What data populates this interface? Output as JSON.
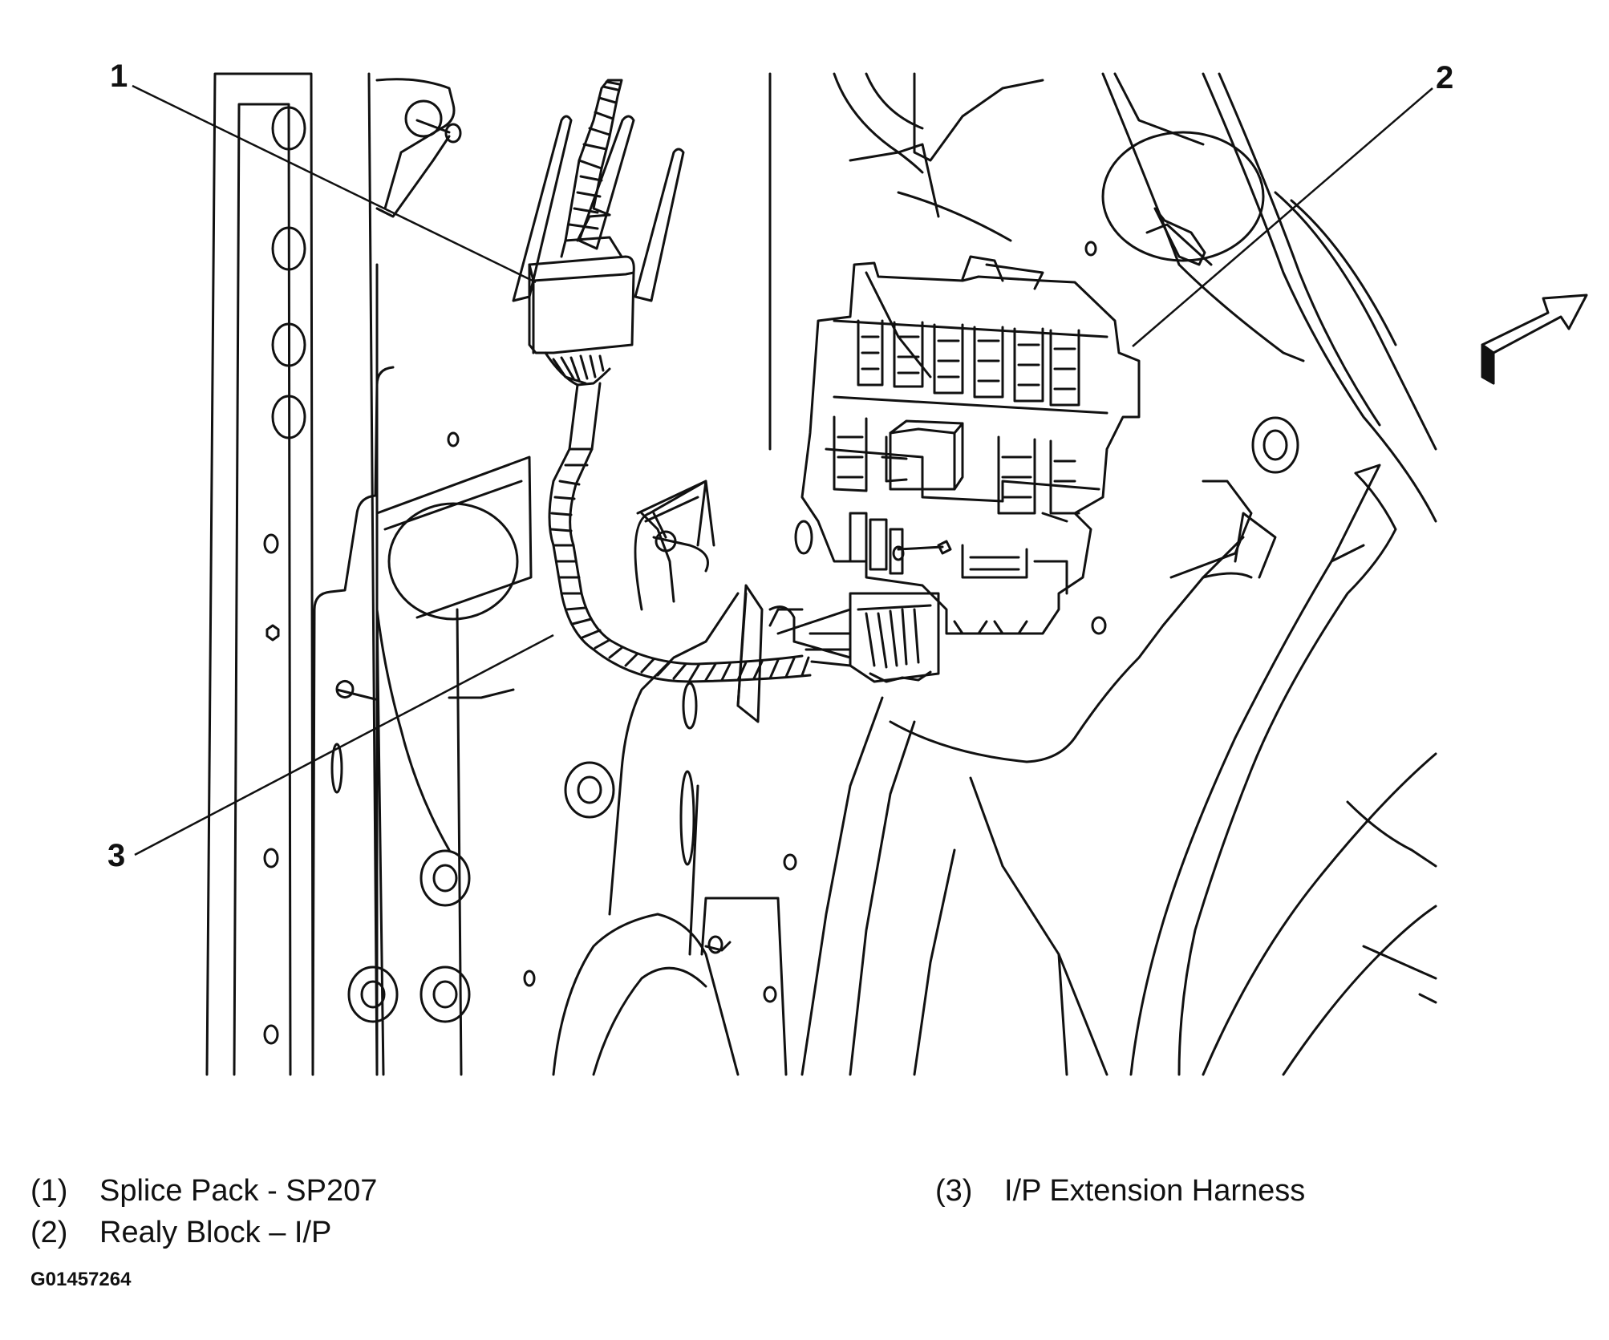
{
  "callouts": [
    {
      "number": "1",
      "text": "Splice Pack - SP207"
    },
    {
      "number": "2",
      "text": "Realy Block – I/P"
    },
    {
      "number": "3",
      "text": "I/P Extension Harness"
    }
  ],
  "legend": [
    {
      "number": "(1)",
      "text": "Splice Pack - SP207"
    },
    {
      "number": "(2)",
      "text": "Realy Block – I/P"
    },
    {
      "number": "(3)",
      "text": "I/P Extension Harness"
    }
  ],
  "figure_code": "G01457264",
  "icons": [
    "direction-arrow-icon"
  ],
  "colors": {
    "line": "#111111",
    "background": "#ffffff"
  }
}
